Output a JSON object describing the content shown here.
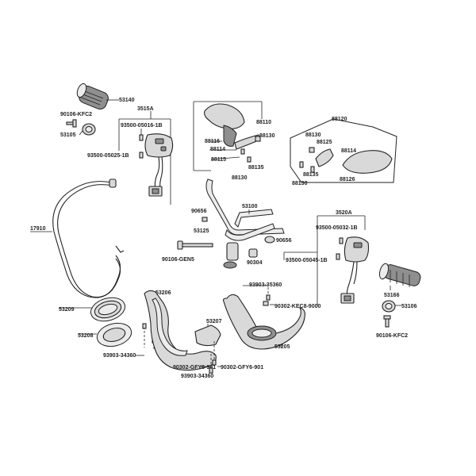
{
  "labels": {
    "l53140": "53140",
    "l90106kfc2_l": "90106-KFC2",
    "l53105": "53105",
    "l3515a": "3515A",
    "l93500_05016": "93500-05016-1B",
    "l93500_05025": "93500-05025-1B",
    "l88110": "88110",
    "l88116": "88116",
    "l88130a": "88130",
    "l88114a": "88114",
    "l88115": "88115",
    "l88135a": "88135",
    "l88130b": "88130",
    "l88120": "88120",
    "l88130c": "88130",
    "l88125": "88125",
    "l88114b": "88114",
    "l88135b": "88135",
    "l88130d": "88130",
    "l88126": "88126",
    "l53100": "53100",
    "l90656a": "90656",
    "l53125": "53125",
    "l90106gen5": "90106-GEN5",
    "l90304": "90304",
    "l90656b": "90656",
    "l17910": "17910",
    "l3520a": "3520A",
    "l93500_05032": "93500-05032-1B",
    "l93500_05045": "93500-05045-1B",
    "l53166": "53166",
    "l53106": "53106",
    "l90106kfc2_r": "90106-KFC2",
    "l53209": "53209",
    "l53206": "53206",
    "l53208": "53208",
    "l53207": "53207",
    "l93903_34360a": "93903-34360",
    "l90302gfy6a": "90302-GFY6-901",
    "l93903_34360b": "93903-34360",
    "l90302gfy6b": "90302-GFY6-901",
    "l93903_35360": "93903-35360",
    "l90302kec8": "90302-KEC8-9000",
    "l53205": "53205"
  }
}
